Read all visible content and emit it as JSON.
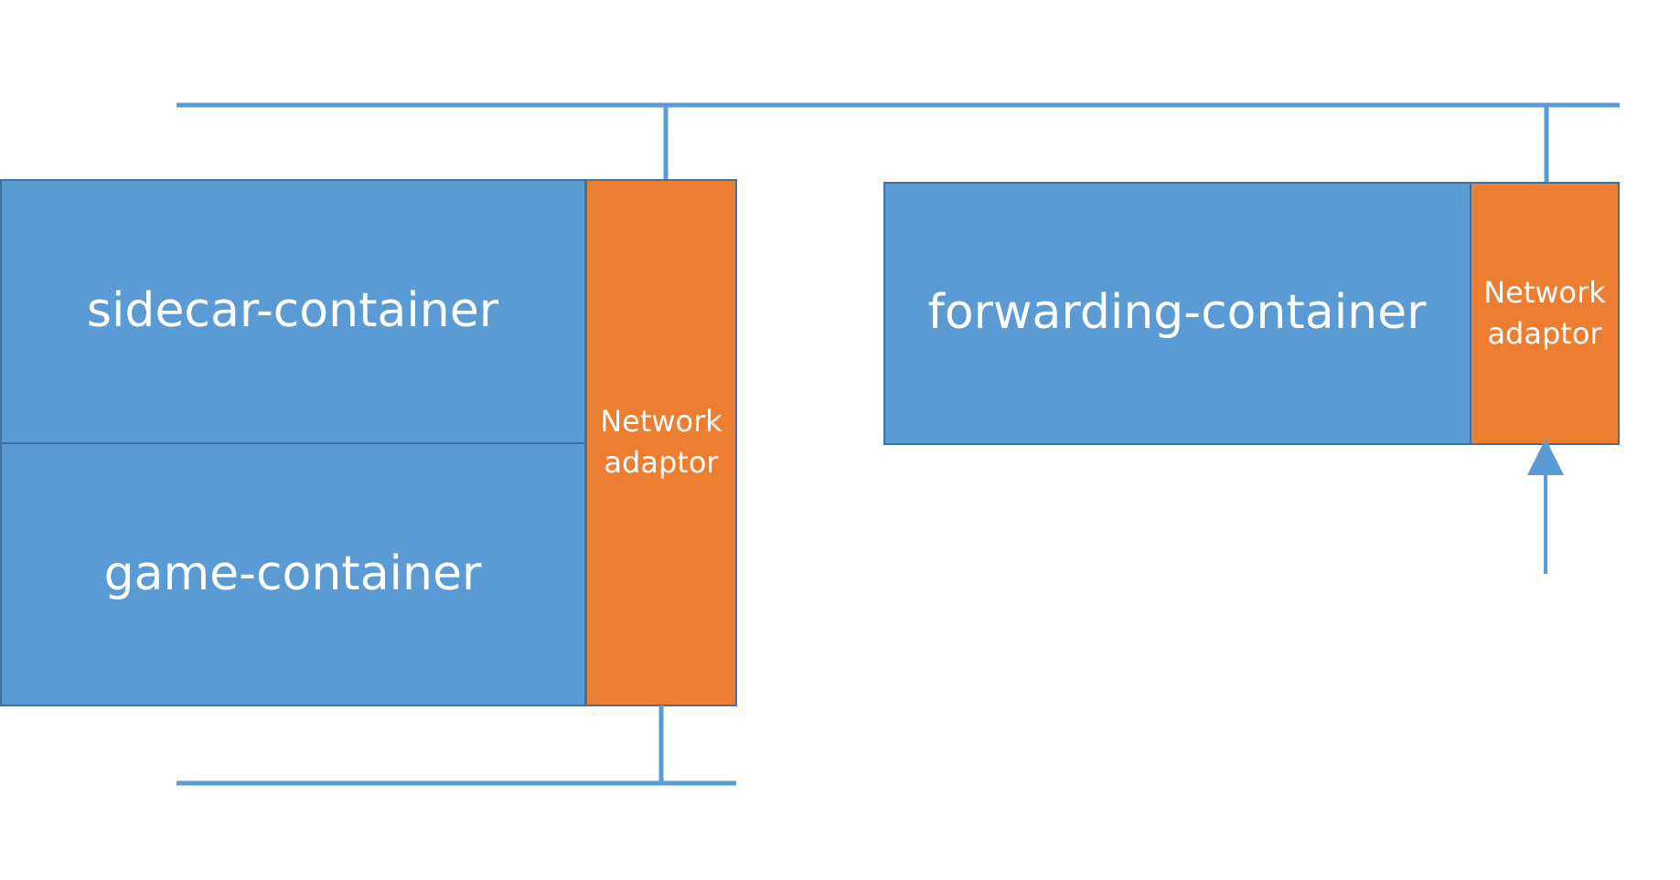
{
  "colors": {
    "container_fill": "#5B9BD5",
    "container_stroke": "#41719C",
    "adaptor_fill": "#ED7D31",
    "line": "#5B9BD5"
  },
  "left_pod": {
    "top_container_label": "sidecar-container",
    "bottom_container_label": "game-container",
    "adaptor_label_line1": "Network",
    "adaptor_label_line2": "adaptor"
  },
  "right_pod": {
    "container_label": "forwarding-container",
    "adaptor_label_line1": "Network",
    "adaptor_label_line2": "adaptor"
  }
}
